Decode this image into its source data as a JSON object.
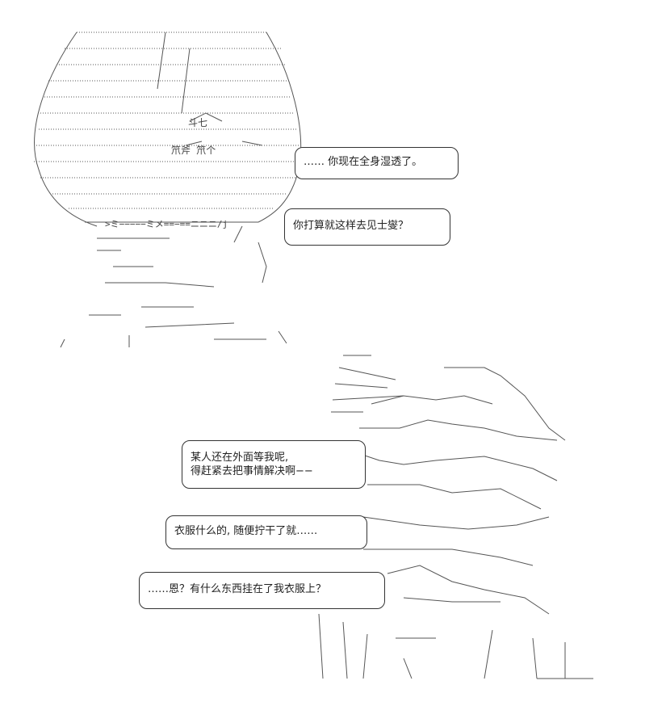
{
  "bubbles": [
    {
      "lines": [
        "…… 你现在全身湿透了。"
      ]
    },
    {
      "lines": [
        "你打算就这样去见士燮？"
      ]
    },
    {
      "lines": [
        "某人还在外面等我呢,",
        "得赶紧去把事情解决啊−−"
      ]
    },
    {
      "lines": [
        "衣服什么的, 随便拧干了就……"
      ]
    },
    {
      "lines": [
        "……恩？有什么东西挂在了我衣服上？"
      ]
    }
  ],
  "art_text": {
    "top_face": "斗七",
    "top_eyes": "笊斧  笊个",
    "top_mouth": ">ミ−−−−−ミメ==−==ニニニ/j"
  }
}
